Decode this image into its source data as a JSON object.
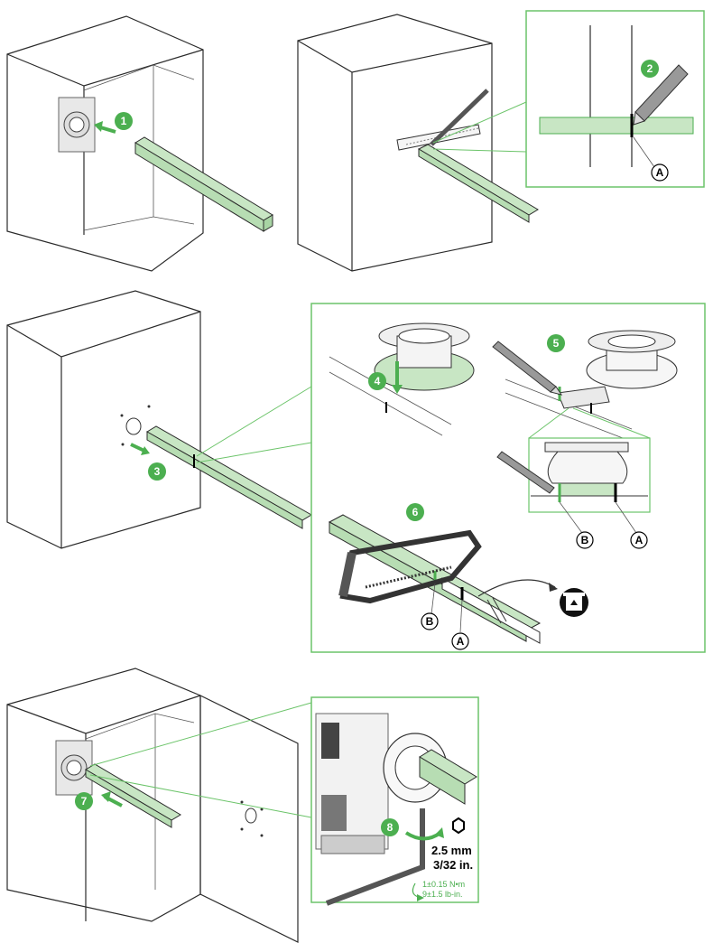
{
  "colors": {
    "accent_green": "#4caf50",
    "light_green": "#c8e6c4",
    "panel_border": "#6cc46a",
    "outline": "#2b2b2b"
  },
  "steps": [
    {
      "number": "1"
    },
    {
      "number": "2"
    },
    {
      "number": "3"
    },
    {
      "number": "4"
    },
    {
      "number": "5"
    },
    {
      "number": "6"
    },
    {
      "number": "7"
    },
    {
      "number": "8"
    }
  ],
  "markers": {
    "a": "A",
    "b": "B"
  },
  "hex_key": {
    "size_metric": "2.5 mm",
    "size_imperial": "3/32 in."
  },
  "torque": {
    "metric": "1±0.15 N•m",
    "imperial": "9±1.5 lb-in."
  },
  "icons": [
    "recycle-bin-icon",
    "hex-socket-icon",
    "hacksaw-icon",
    "pencil-icon",
    "ruler-icon",
    "hex-key-icon"
  ]
}
